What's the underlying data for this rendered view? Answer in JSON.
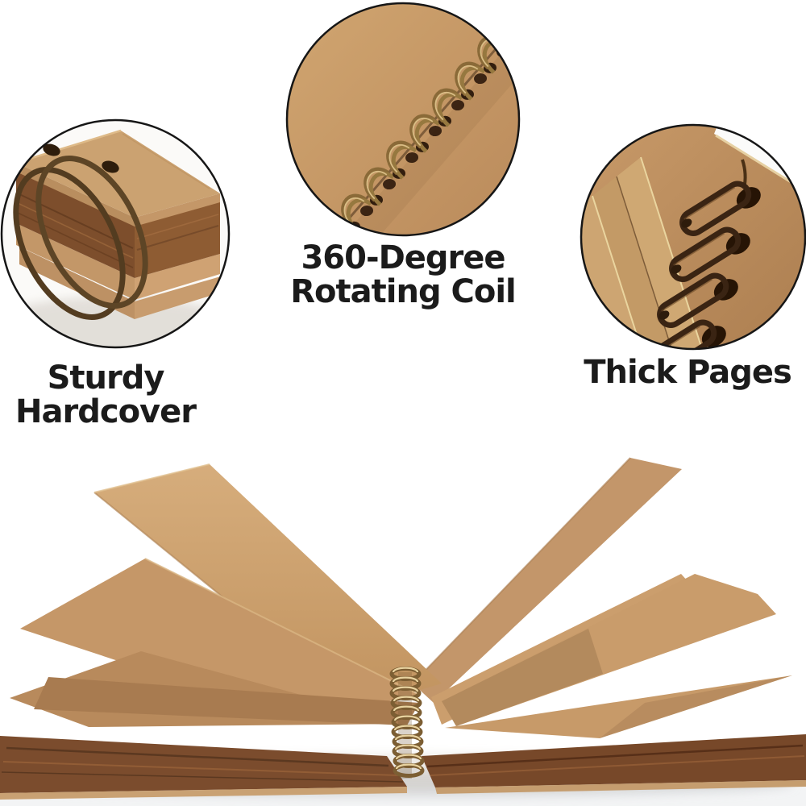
{
  "infographic": {
    "subject_image": "open-spiral-notebook-with-fanned-kraft-pages",
    "background": "#ffffff"
  },
  "callouts": {
    "coil": {
      "image": "spiral-coil-closeup",
      "line1": "360-Degree",
      "line2": "Rotating Coil"
    },
    "hardcover": {
      "image": "hardcover-corner-closeup",
      "line1": "Sturdy",
      "line2": "Hardcover"
    },
    "pages": {
      "image": "thick-pages-closeup",
      "label": "Thick Pages"
    }
  },
  "colors": {
    "background": "#ffffff",
    "text": "#1b1b1b",
    "circle_outline": "#161616",
    "kraft_paper": "#c89a66",
    "kraft_light": "#d2a977",
    "kraft_shadow": "#a97d52",
    "page_dark_brown": "#7a4c2e",
    "ring_bronze": "#5a4124",
    "coil_brass": "#bfa066",
    "floor_shadow": "#d7d9db"
  }
}
